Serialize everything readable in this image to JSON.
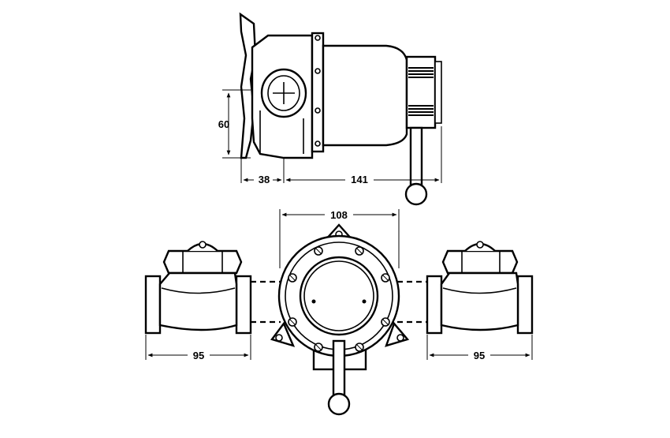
{
  "drawing": {
    "dimensions": {
      "height_side": "60",
      "depth_front": "38",
      "depth_body": "141",
      "center_width": "108",
      "valve_left_width": "95",
      "valve_right_width": "95"
    }
  }
}
